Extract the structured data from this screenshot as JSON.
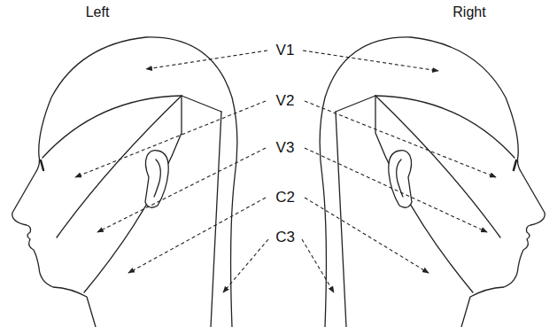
{
  "diagram": {
    "labels": [
      "Left",
      "Right",
      "V1",
      "V2",
      "V3",
      "C2",
      "C3"
    ]
  }
}
